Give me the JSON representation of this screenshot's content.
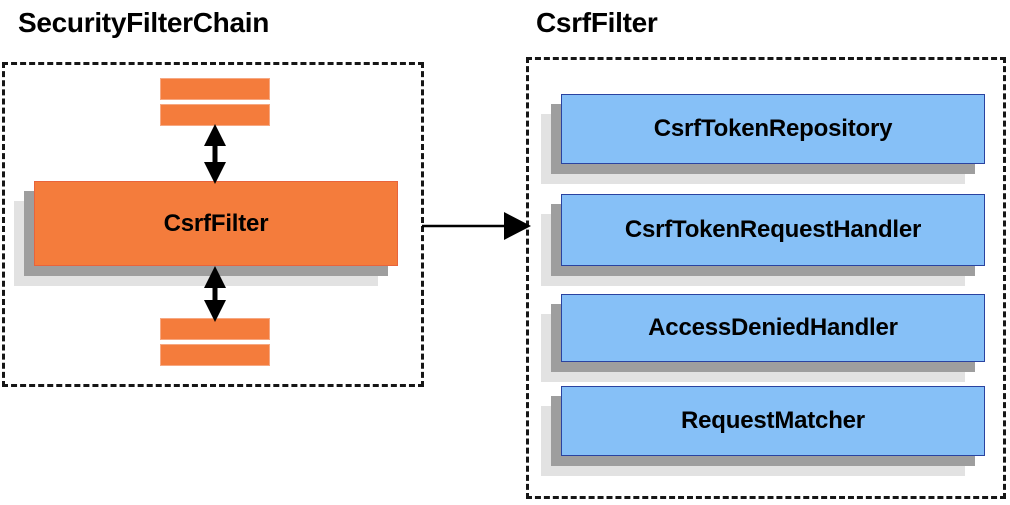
{
  "diagram": {
    "type": "component-relationship-diagram",
    "background_color": "#ffffff",
    "panels": [
      {
        "id": "security-filter-chain",
        "title": "SecurityFilterChain",
        "container_style": "dashed",
        "nodes": [
          {
            "id": "filter-stub-top-1",
            "label": "",
            "kind": "filter-stub",
            "color": "#f47c3c"
          },
          {
            "id": "filter-stub-top-2",
            "label": "",
            "kind": "filter-stub",
            "color": "#f47c3c"
          },
          {
            "id": "csrf-filter",
            "label": "CsrfFilter",
            "kind": "component",
            "color": "#f47c3c"
          },
          {
            "id": "filter-stub-bottom-1",
            "label": "",
            "kind": "filter-stub",
            "color": "#f47c3c"
          },
          {
            "id": "filter-stub-bottom-2",
            "label": "",
            "kind": "filter-stub",
            "color": "#f47c3c"
          }
        ]
      },
      {
        "id": "csrf-filter-detail",
        "title": "CsrfFilter",
        "container_style": "dashed",
        "nodes": [
          {
            "id": "csrf-token-repository",
            "label": "CsrfTokenRepository",
            "kind": "component",
            "color": "#86c0f7"
          },
          {
            "id": "csrf-token-request-handler",
            "label": "CsrfTokenRequestHandler",
            "kind": "component",
            "color": "#86c0f7"
          },
          {
            "id": "access-denied-handler",
            "label": "AccessDeniedHandler",
            "kind": "component",
            "color": "#86c0f7"
          },
          {
            "id": "request-matcher",
            "label": "RequestMatcher",
            "kind": "component",
            "color": "#86c0f7"
          }
        ]
      }
    ],
    "connectors": [
      {
        "id": "arrow-up",
        "style": "double-headed-vertical",
        "from": "csrf-filter",
        "to": "filter-stub-top-2"
      },
      {
        "id": "arrow-down",
        "style": "double-headed-vertical",
        "from": "csrf-filter",
        "to": "filter-stub-bottom-1"
      },
      {
        "id": "arrow-expand",
        "style": "single-headed-horizontal",
        "from": "csrf-filter",
        "to": "csrf-filter-detail"
      }
    ],
    "colors": {
      "orange_fill": "#f47c3c",
      "orange_border": "#e8643c",
      "blue_fill": "#86c0f7",
      "blue_border": "#2a43a0",
      "shadow_mid": "#9e9e9e",
      "shadow_back": "#e2e2e2",
      "dashed_border": "#161616",
      "text": "#000000"
    }
  }
}
